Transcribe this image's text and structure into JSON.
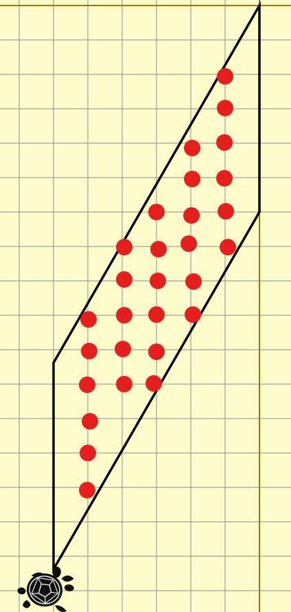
{
  "colors": {
    "background": "#fffccc",
    "grid": "#8a8a8a",
    "boundary": "#a07800",
    "outline": "#000000",
    "dot": "#e61e1e",
    "turtle": "#111111"
  },
  "icons": {
    "turtle": "turtle-icon"
  },
  "dot_columns": [
    {
      "count": 6
    },
    {
      "count": 5
    },
    {
      "count": 6
    },
    {
      "count": 6
    },
    {
      "count": 6
    }
  ]
}
